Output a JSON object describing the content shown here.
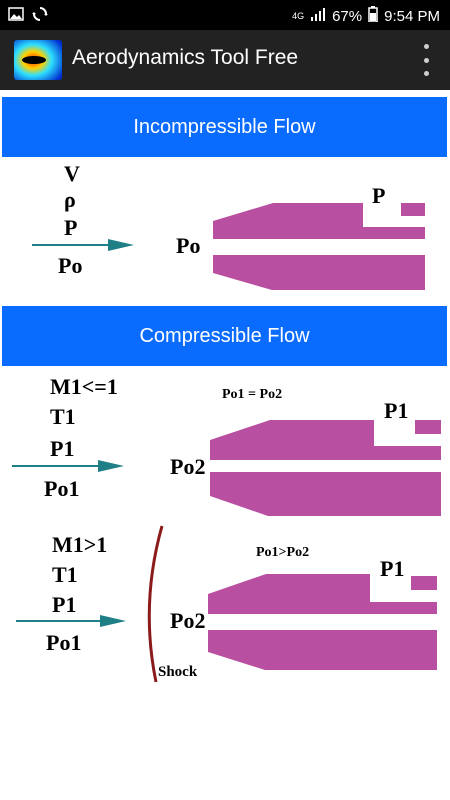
{
  "status_bar": {
    "network": "4G",
    "battery": "67%",
    "time": "9:54 PM",
    "left_icons": [
      "image-icon",
      "sync-icon"
    ]
  },
  "app_bar": {
    "title": "Aerodynamics Tool Free",
    "menu_icon": "more-vertical-icon"
  },
  "incompressible": {
    "button_label": "Incompressible Flow",
    "inputs": [
      "V",
      "ρ",
      "P"
    ],
    "input_bottom": "Po",
    "inlet_label": "Po",
    "outlet_label": "P"
  },
  "compressible": {
    "button_label": "Compressible Flow",
    "subsonic": {
      "mach": "M1<=1",
      "temp": "T1",
      "pressure": "P1",
      "stagnation": "Po1",
      "relation": "Po1 = Po2",
      "inlet_label": "Po2",
      "outlet_label": "P1"
    },
    "supersonic": {
      "mach": "M1>1",
      "temp": "T1",
      "pressure": "P1",
      "stagnation": "Po1",
      "relation": "Po1>Po2",
      "inlet_label": "Po2",
      "outlet_label": "P1",
      "shock_label": "Shock"
    }
  },
  "colors": {
    "button": "#0a6cff",
    "duct": "#b84fa0",
    "arrow": "#1f7f86",
    "shock": "#8b1a1a"
  }
}
